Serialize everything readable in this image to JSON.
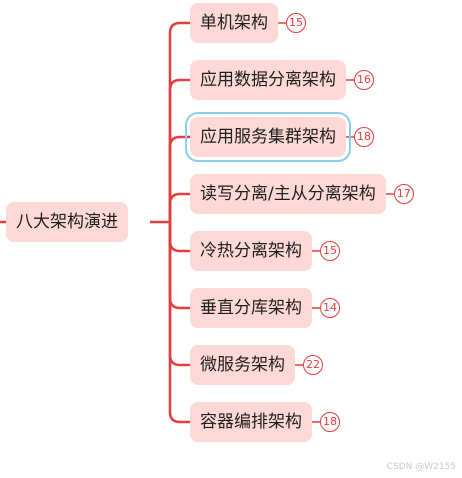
{
  "root": {
    "label": "八大架构演进"
  },
  "branches": [
    {
      "label": "单机架构",
      "count": "15"
    },
    {
      "label": "应用数据分离架构",
      "count": "16"
    },
    {
      "label": "应用服务集群架构",
      "count": "18",
      "selected": true
    },
    {
      "label": "读写分离/主从分离架构",
      "count": "17"
    },
    {
      "label": "冷热分离架构",
      "count": "15"
    },
    {
      "label": "垂直分库架构",
      "count": "14"
    },
    {
      "label": "微服务架构",
      "count": "22"
    },
    {
      "label": "容器编排架构",
      "count": "18"
    }
  ],
  "colors": {
    "connector": "#e43d3d",
    "node_fill": "#fcd9d6",
    "selection": "#8ad0ee"
  },
  "watermark": "CSDN @W2155"
}
